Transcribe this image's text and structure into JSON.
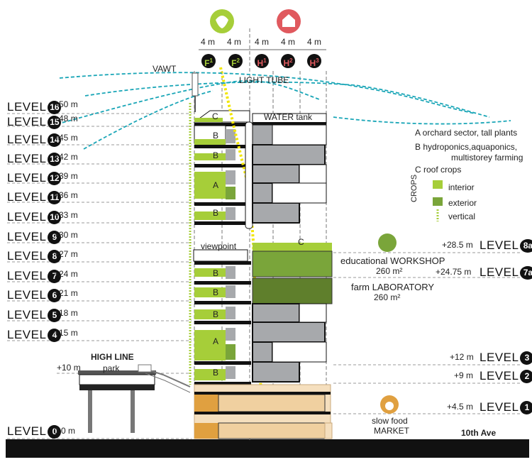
{
  "top_dims": [
    "4 m",
    "4 m",
    "4 m",
    "4 m",
    "4 m"
  ],
  "modules": [
    {
      "code": "F",
      "sup": "1",
      "kind": "farm"
    },
    {
      "code": "F",
      "sup": "2",
      "kind": "farm"
    },
    {
      "code": "H",
      "sup": "1",
      "kind": "house"
    },
    {
      "code": "H",
      "sup": "2",
      "kind": "house"
    },
    {
      "code": "H",
      "sup": "3",
      "kind": "house"
    }
  ],
  "level_word": "LEVEL",
  "left_levels": [
    {
      "num": "16",
      "height": "+50 m"
    },
    {
      "num": "15",
      "height": "+48 m"
    },
    {
      "num": "14",
      "height": "+45 m"
    },
    {
      "num": "13",
      "height": "+42 m"
    },
    {
      "num": "12",
      "height": "+39 m"
    },
    {
      "num": "11",
      "height": "+36 m"
    },
    {
      "num": "10",
      "height": "+33 m"
    },
    {
      "num": "9",
      "height": "+30 m"
    },
    {
      "num": "8",
      "height": "+27 m"
    },
    {
      "num": "7",
      "height": "+24 m"
    },
    {
      "num": "6",
      "height": "+21 m"
    },
    {
      "num": "5",
      "height": "+18 m"
    },
    {
      "num": "4",
      "height": "+15 m"
    },
    {
      "num": "0",
      "height": "0.0 m"
    }
  ],
  "right_levels": [
    {
      "num": "8a",
      "height": "+28.5 m"
    },
    {
      "num": "7a",
      "height": "+24.75 m"
    },
    {
      "num": "3",
      "height": "+12 m"
    },
    {
      "num": "2",
      "height": "+9 m"
    },
    {
      "num": "1",
      "height": "+4.5 m"
    }
  ],
  "labels": {
    "vawt": "VAWT",
    "light_tube": "LIGHT TUBE",
    "water_tank": "WATER tank",
    "viewpoint": "viewpoint",
    "high_line": "HIGH LINE",
    "park": "park",
    "high_line_height": "+10 m",
    "workshop": "educational WORKSHOP",
    "workshop_area": "260 m²",
    "lab": "farm LABORATORY",
    "lab_area": "260 m²",
    "market_1": "slow food",
    "market_2": "MARKET",
    "avenue": "10th Ave",
    "roof_c": "C",
    "section_c": "C"
  },
  "legend": {
    "a": "A  orchard sector, tall plants",
    "b1": "B  hydroponics,aquaponics,",
    "b2": "multistorey farming",
    "c": "C  roof crops",
    "crops": "CROPS",
    "interior": "interior",
    "exterior": "exterior",
    "vertical": "vertical"
  },
  "colors": {
    "lime": "#a6ce39",
    "green_dark": "#7aa53a",
    "green_darker": "#5f7f2c",
    "gray": "#a7a9ac",
    "tan": "#f5dfbe",
    "orange": "#e0a040",
    "black": "#111111",
    "cyan": "#1aa6b7",
    "yellow": "#f2e600",
    "red": "#e0595e"
  }
}
